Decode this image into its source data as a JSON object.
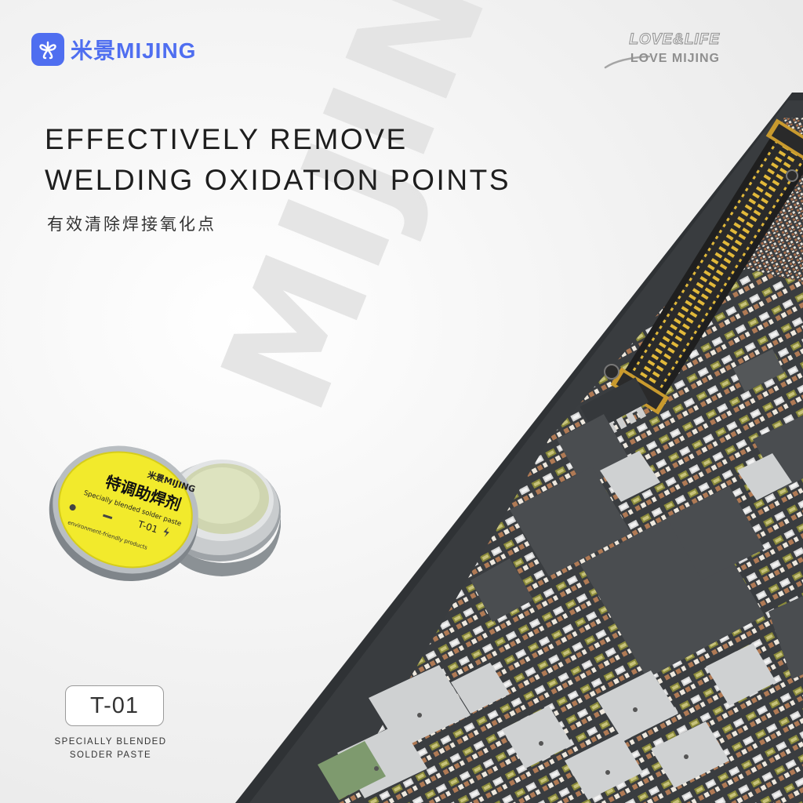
{
  "brand": {
    "logo_text": "米景MIJING",
    "icon": "flower-logo-icon",
    "accent_color": "#4f6ef0",
    "slogan_line1": "LOVE&LIFE",
    "slogan_line2": "LOVE MIJING"
  },
  "headline": {
    "line1": "EFFECTIVELY REMOVE",
    "line2": "WELDING OXIDATION POINTS",
    "subtitle_cn": "有效清除焊接氧化点"
  },
  "product": {
    "lid_brand": "米景MIJING",
    "lid_title_cn": "特调助焊剂",
    "lid_subtitle": "Specially blended solder paste",
    "lid_model": "T-01",
    "lid_footer": "environment-friendly products",
    "lid_color": "#f2ea2c"
  },
  "model_badge": "T-01",
  "description": {
    "line1": "SPECIALLY BLENDED",
    "line2": "SOLDER PASTE"
  },
  "watermark": "MIJING"
}
